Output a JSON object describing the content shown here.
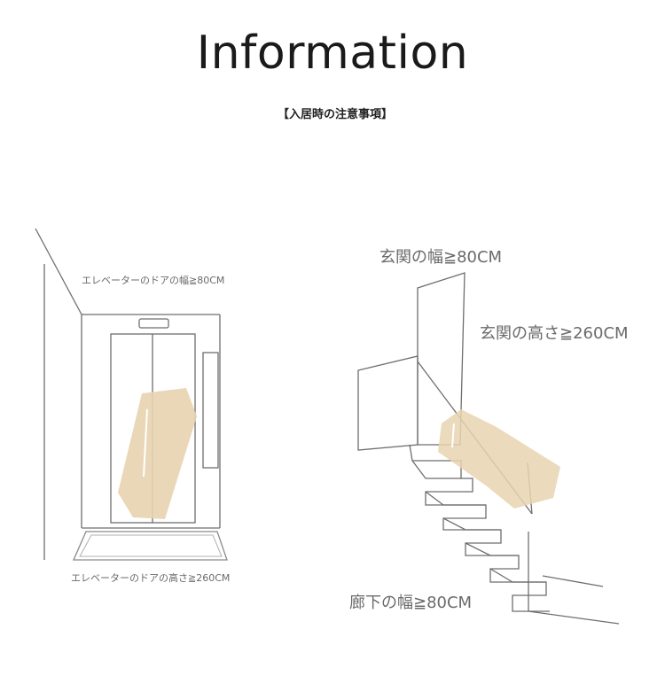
{
  "header": {
    "title": "Information",
    "subtitle": "【入居時の注意事項】"
  },
  "elevator": {
    "width_label": "エレベーターのドアの幅≧80CM",
    "height_label": "エレベーターのドアの高さ≧260CM"
  },
  "entrance": {
    "width_label": "玄関の幅≧80CM",
    "height_label": "玄関の高さ≧260CM",
    "corridor_label": "廊下の幅≧80CM"
  },
  "colors": {
    "line": "#6e6e6e",
    "furniture": "#e8d3b0",
    "title": "#1a1a1a"
  }
}
